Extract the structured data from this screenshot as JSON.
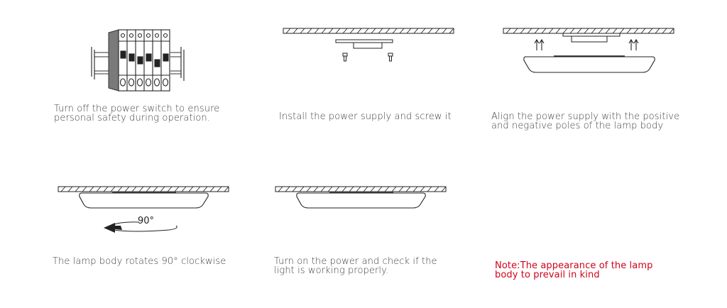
{
  "steps": [
    {
      "lines": [
        "Turn off the power switch to ensure",
        "personal safety during operation."
      ],
      "illustration": "breaker-icon"
    },
    {
      "lines": [
        "Install the power supply and screw it"
      ],
      "illustration": "mount-plate-icon"
    },
    {
      "lines": [
        "Align the power supply with the positive",
        "and negative poles of the lamp body"
      ],
      "illustration": "align-lamp-icon"
    },
    {
      "lines": [
        "The lamp body rotates 90° clockwise"
      ],
      "illustration": "rotate-lamp-icon",
      "angle_label": "90°"
    },
    {
      "lines": [
        "Turn on the power and check if the",
        "light is working properly."
      ],
      "illustration": "installed-lamp-icon"
    }
  ],
  "note": {
    "lines": [
      "Note:The appearance of the lamp",
      "body to prevail in kind"
    ],
    "color": "#d0021b"
  }
}
